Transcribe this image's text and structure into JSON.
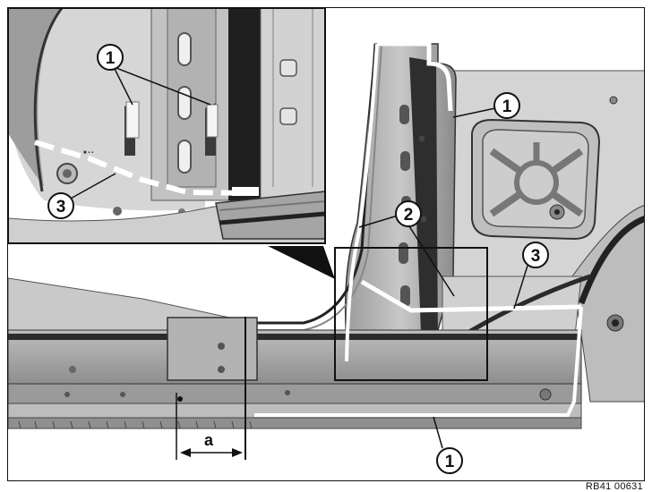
{
  "callouts": {
    "inset_1": "1",
    "inset_3": "3",
    "main_1_top": "1",
    "main_2": "2",
    "main_3": "3",
    "main_1_bottom": "1"
  },
  "dimension": {
    "label": "a"
  },
  "reference_code": "RB41 00631",
  "colors": {
    "panel_light": "#cfcfcf",
    "panel_mid": "#a8a8a8",
    "panel_dark": "#3a3a3a",
    "cut_line": "#ffffff",
    "outline": "#111111"
  }
}
